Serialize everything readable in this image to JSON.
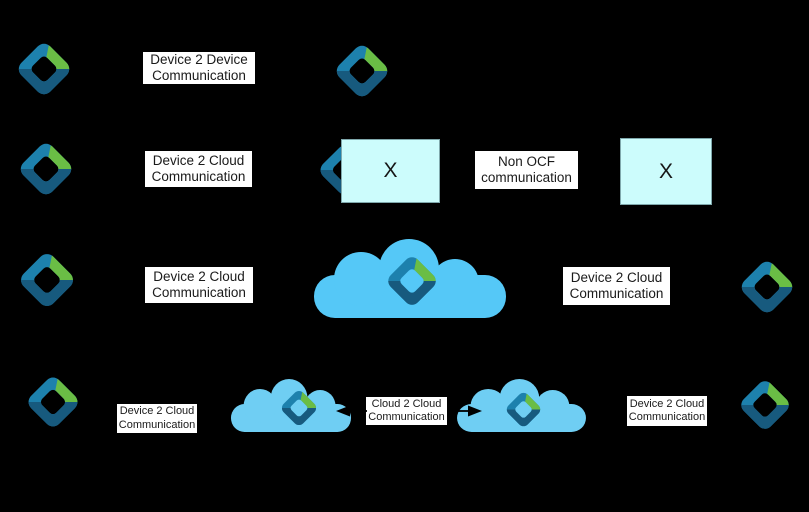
{
  "colors": {
    "background": "#000000",
    "label_bg": "#ffffff",
    "label_text": "#1a1a1a",
    "box_fill": "#ccfcfc",
    "box_border": "#7fa8ac",
    "box_text": "#161616",
    "cloud_large": "#55c8f7",
    "cloud_small": "#6fcef3",
    "logo_blue": "#1d81ad",
    "logo_green": "#6abd45",
    "logo_dark_blue": "#175a7e",
    "arrow": "#000000"
  },
  "icons": {
    "device": "ocf-device-icon",
    "cloud": "cloud-icon",
    "arrow_left": "arrow-left-icon",
    "arrow_right": "arrow-right-icon"
  },
  "row1": {
    "label": {
      "line1": "Device 2 Device",
      "line2": "Communication"
    }
  },
  "row2": {
    "left_label": {
      "line1": "Device 2 Cloud",
      "line2": "Communication"
    },
    "x_box_1": "X",
    "mid_label": {
      "line1": "Non OCF",
      "line2": "communication"
    },
    "x_box_2": "X"
  },
  "row3": {
    "left_label": {
      "line1": "Device 2 Cloud",
      "line2": "Communication"
    },
    "right_label": {
      "line1": "Device 2 Cloud",
      "line2": "Communication"
    }
  },
  "row4": {
    "left_label": {
      "line1": "Device 2 Cloud",
      "line2": "Communication"
    },
    "mid_label": {
      "line1": "Cloud 2 Cloud",
      "line2": "Communication"
    },
    "right_label": {
      "line1": "Device 2 Cloud",
      "line2": "Communication"
    }
  }
}
